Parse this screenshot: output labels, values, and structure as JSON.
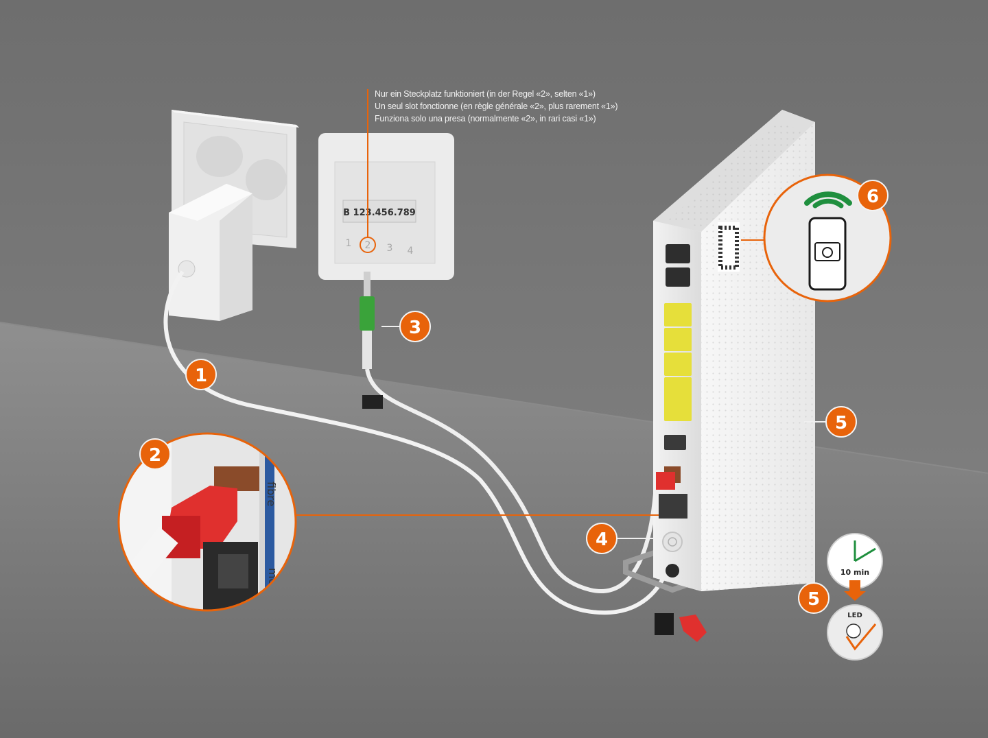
{
  "note": {
    "de": "Nur ein Steckplatz funktioniert (in der Regel «2», selten «1»)",
    "fr": "Un seul slot fonctionne (en règle générale «2», plus rarement «1»)",
    "it": "Funziona solo una presa (normalmente «2», in rari casi «1»)"
  },
  "socket": {
    "id_label": "B 123.456.789",
    "ports": [
      "1",
      "2",
      "3",
      "4"
    ]
  },
  "steps": {
    "s1": "1",
    "s2": "2",
    "s3": "3",
    "s4": "4",
    "s5": "5",
    "s5b": "5",
    "s6": "6"
  },
  "callout_fibre": {
    "label_fibre": "fibre",
    "label_mobile": "mo"
  },
  "timer": {
    "label": "10 min"
  },
  "led": {
    "label": "LED"
  },
  "colors": {
    "accent": "#e8630a",
    "wifi": "#1f8f3e",
    "fibre_plug": "#e0302e",
    "lan_port": "#e6df3a"
  }
}
